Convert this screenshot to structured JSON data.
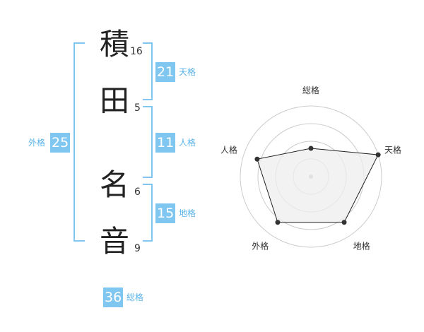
{
  "name": {
    "chars": [
      {
        "char": "積",
        "strokes": "16"
      },
      {
        "char": "田",
        "strokes": "5"
      },
      {
        "char": "名",
        "strokes": "6"
      },
      {
        "char": "音",
        "strokes": "9"
      }
    ]
  },
  "kakusu": {
    "tenkaku": {
      "value": "21",
      "label": "天格"
    },
    "jinkaku": {
      "value": "11",
      "label": "人格"
    },
    "chikaku": {
      "value": "15",
      "label": "地格"
    },
    "gaikaku": {
      "value": "25",
      "label": "外格"
    },
    "soukaku": {
      "value": "36",
      "label": "総格"
    }
  },
  "chart_data": {
    "type": "radar",
    "axes": [
      "総格",
      "天格",
      "地格",
      "外格",
      "人格"
    ],
    "values": [
      2,
      5,
      4,
      4,
      4
    ],
    "max": 5,
    "grid_rings": 4,
    "colors": {
      "fill": "#eeeeee",
      "stroke": "#222222",
      "grid": "#cccccc",
      "center": "#bbbbbb"
    }
  }
}
